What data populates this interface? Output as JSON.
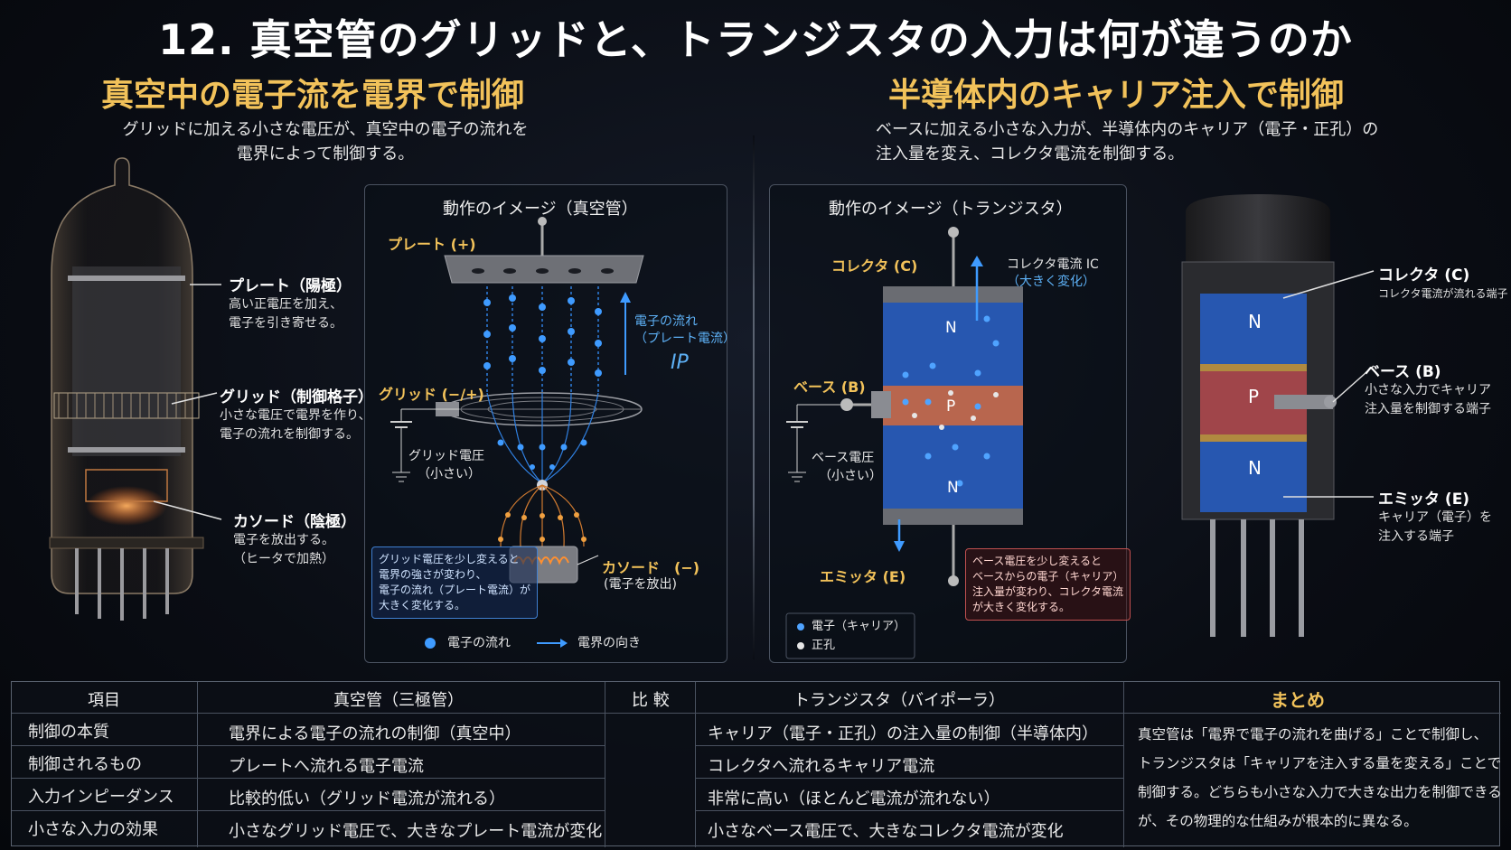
{
  "title": "12. 真空管のグリッドと、トランジスタの入力は何が違うのか",
  "left": {
    "heading": "真空中の電子流を電界で制御",
    "desc_lines": [
      "グリッドに加える小さな電圧が、真空中の電子の流れを",
      "電界によって制御する。"
    ],
    "callouts": [
      {
        "title": "プレート（陽極）",
        "lines": [
          "高い正電圧を加え、",
          "電子を引き寄せる。"
        ]
      },
      {
        "title": "グリッド（制御格子）",
        "lines": [
          "小さな電圧で電界を作り、",
          "電子の流れを制御する。"
        ]
      },
      {
        "title": "カソード（陰極）",
        "lines": [
          "電子を放出する。",
          "（ヒータで加熱）"
        ]
      }
    ],
    "panel": {
      "title": "動作のイメージ（真空管）",
      "plate_label": "プレート (+)",
      "grid_label": "グリッド (−/+)",
      "flow_label_lines": [
        "電子の流れ",
        "（プレート電流）"
      ],
      "ip_label": "IP",
      "grid_voltage_lines": [
        "グリッド電圧",
        "（小さい）"
      ],
      "cathode_label": "カソード　(−)",
      "cathode_sub": "(電子を放出)",
      "note_lines": [
        "グリッド電圧を少し変えると",
        "電界の強さが変わり、",
        "電子の流れ（プレート電流）が",
        "大きく変化する。"
      ],
      "legend_electron": "電子の流れ",
      "legend_field": "電界の向き"
    }
  },
  "right": {
    "heading": "半導体内のキャリア注入で制御",
    "desc_lines": [
      "ベースに加える小さな入力が、半導体内のキャリア（電子・正孔）の",
      "注入量を変え、コレクタ電流を制御する。"
    ],
    "panel": {
      "title": "動作のイメージ（トランジスタ）",
      "collector_label": "コレクタ (C)",
      "collector_current": "コレクタ電流 IC",
      "collector_current_sub": "（大きく変化）",
      "base_label": "ベース (B)",
      "base_voltage_lines": [
        "ベース電圧",
        "（小さい）"
      ],
      "emitter_label": "エミッタ (E)",
      "region_n_top": "N",
      "region_p": "P",
      "region_n_bottom": "N",
      "note_lines": [
        "ベース電圧を少し変えると",
        "ベースからの電子（キャリア）",
        "注入量が変わり、コレクタ電流",
        "が大きく変化する。"
      ],
      "legend_electron": "電子（キャリア）",
      "legend_hole": "正孔"
    },
    "callouts": [
      {
        "title": "コレクタ (C)",
        "lines": [
          "コレクタ電流が流れる端子"
        ]
      },
      {
        "title": "ベース (B)",
        "lines": [
          "小さな入力でキャリア",
          "注入量を制御する端子"
        ]
      },
      {
        "title": "エミッタ (E)",
        "lines": [
          "キャリア（電子）を",
          "注入する端子"
        ]
      }
    ],
    "device_regions": [
      "N",
      "P",
      "N"
    ]
  },
  "table": {
    "headers": [
      "項目",
      "真空管（三極管）",
      "比 較",
      "トランジスタ（バイポーラ）",
      "まとめ"
    ],
    "rows": [
      [
        "制御の本質",
        "電界による電子の流れの制御（真空中）",
        "キャリア（電子・正孔）の注入量の制御（半導体内）"
      ],
      [
        "制御されるもの",
        "プレートへ流れる電子電流",
        "コレクタへ流れるキャリア電流"
      ],
      [
        "入力インピーダンス",
        "比較的低い（グリッド電流が流れる）",
        "非常に高い（ほとんど電流が流れない）"
      ],
      [
        "小さな入力の効果",
        "小さなグリッド電圧で、大きなプレート電流が変化",
        "小さなベース電圧で、大きなコレクタ電流が変化"
      ]
    ],
    "summary_lines": [
      "真空管は「電界で電子の流れを曲げる」ことで制御し、",
      "トランジスタは「キャリアを注入する量を変える」ことで",
      "制御する。どちらも小さな入力で大きな出力を制御できる",
      "が、その物理的な仕組みが根本的に異なる。"
    ]
  },
  "colors": {
    "gold": "#f2c25a",
    "blue": "#5db0f5",
    "n_region": "#2757b0",
    "p_region": "#b04a45"
  }
}
